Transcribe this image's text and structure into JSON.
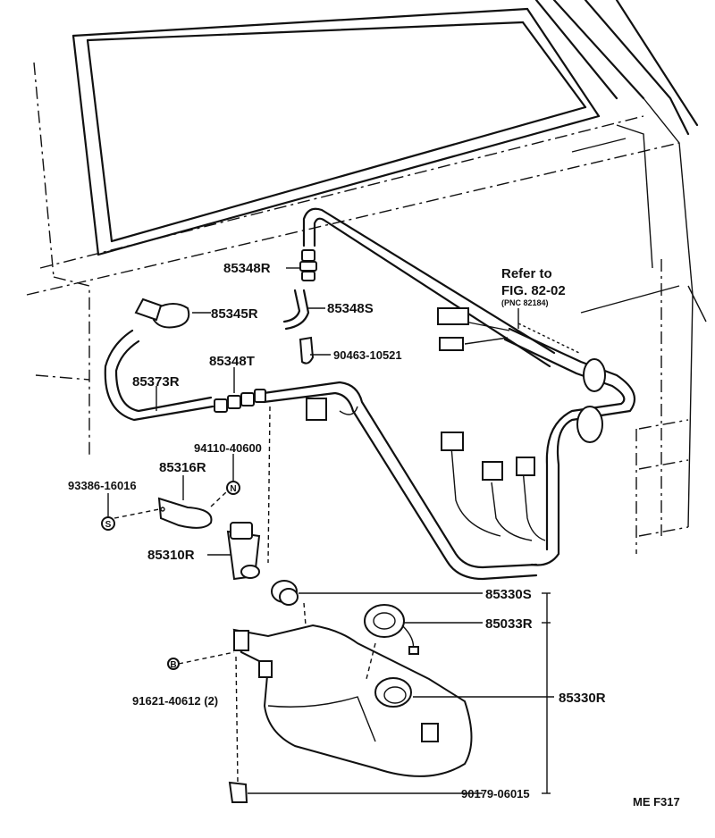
{
  "labels": {
    "p85348R": "85348R",
    "p85345R": "85345R",
    "p85348S": "85348S",
    "p90463": "90463-10521",
    "p85348T": "85348T",
    "p85373R": "85373R",
    "p94110": "94110-40600",
    "p85316R": "85316R",
    "p93386": "93386-16016",
    "p85310R": "85310R",
    "p85330S": "85330S",
    "p85033R": "85033R",
    "p85330R": "85330R",
    "p91621": "91621-40612 (2)",
    "p90179": "90179-06015",
    "refer1": "Refer to",
    "refer2": "FIG. 82-02",
    "refer3": "(PNC 82184)",
    "figure_code": "ME  F317"
  },
  "symbols": {
    "nut": "N",
    "screw": "S",
    "bolt": "B"
  }
}
